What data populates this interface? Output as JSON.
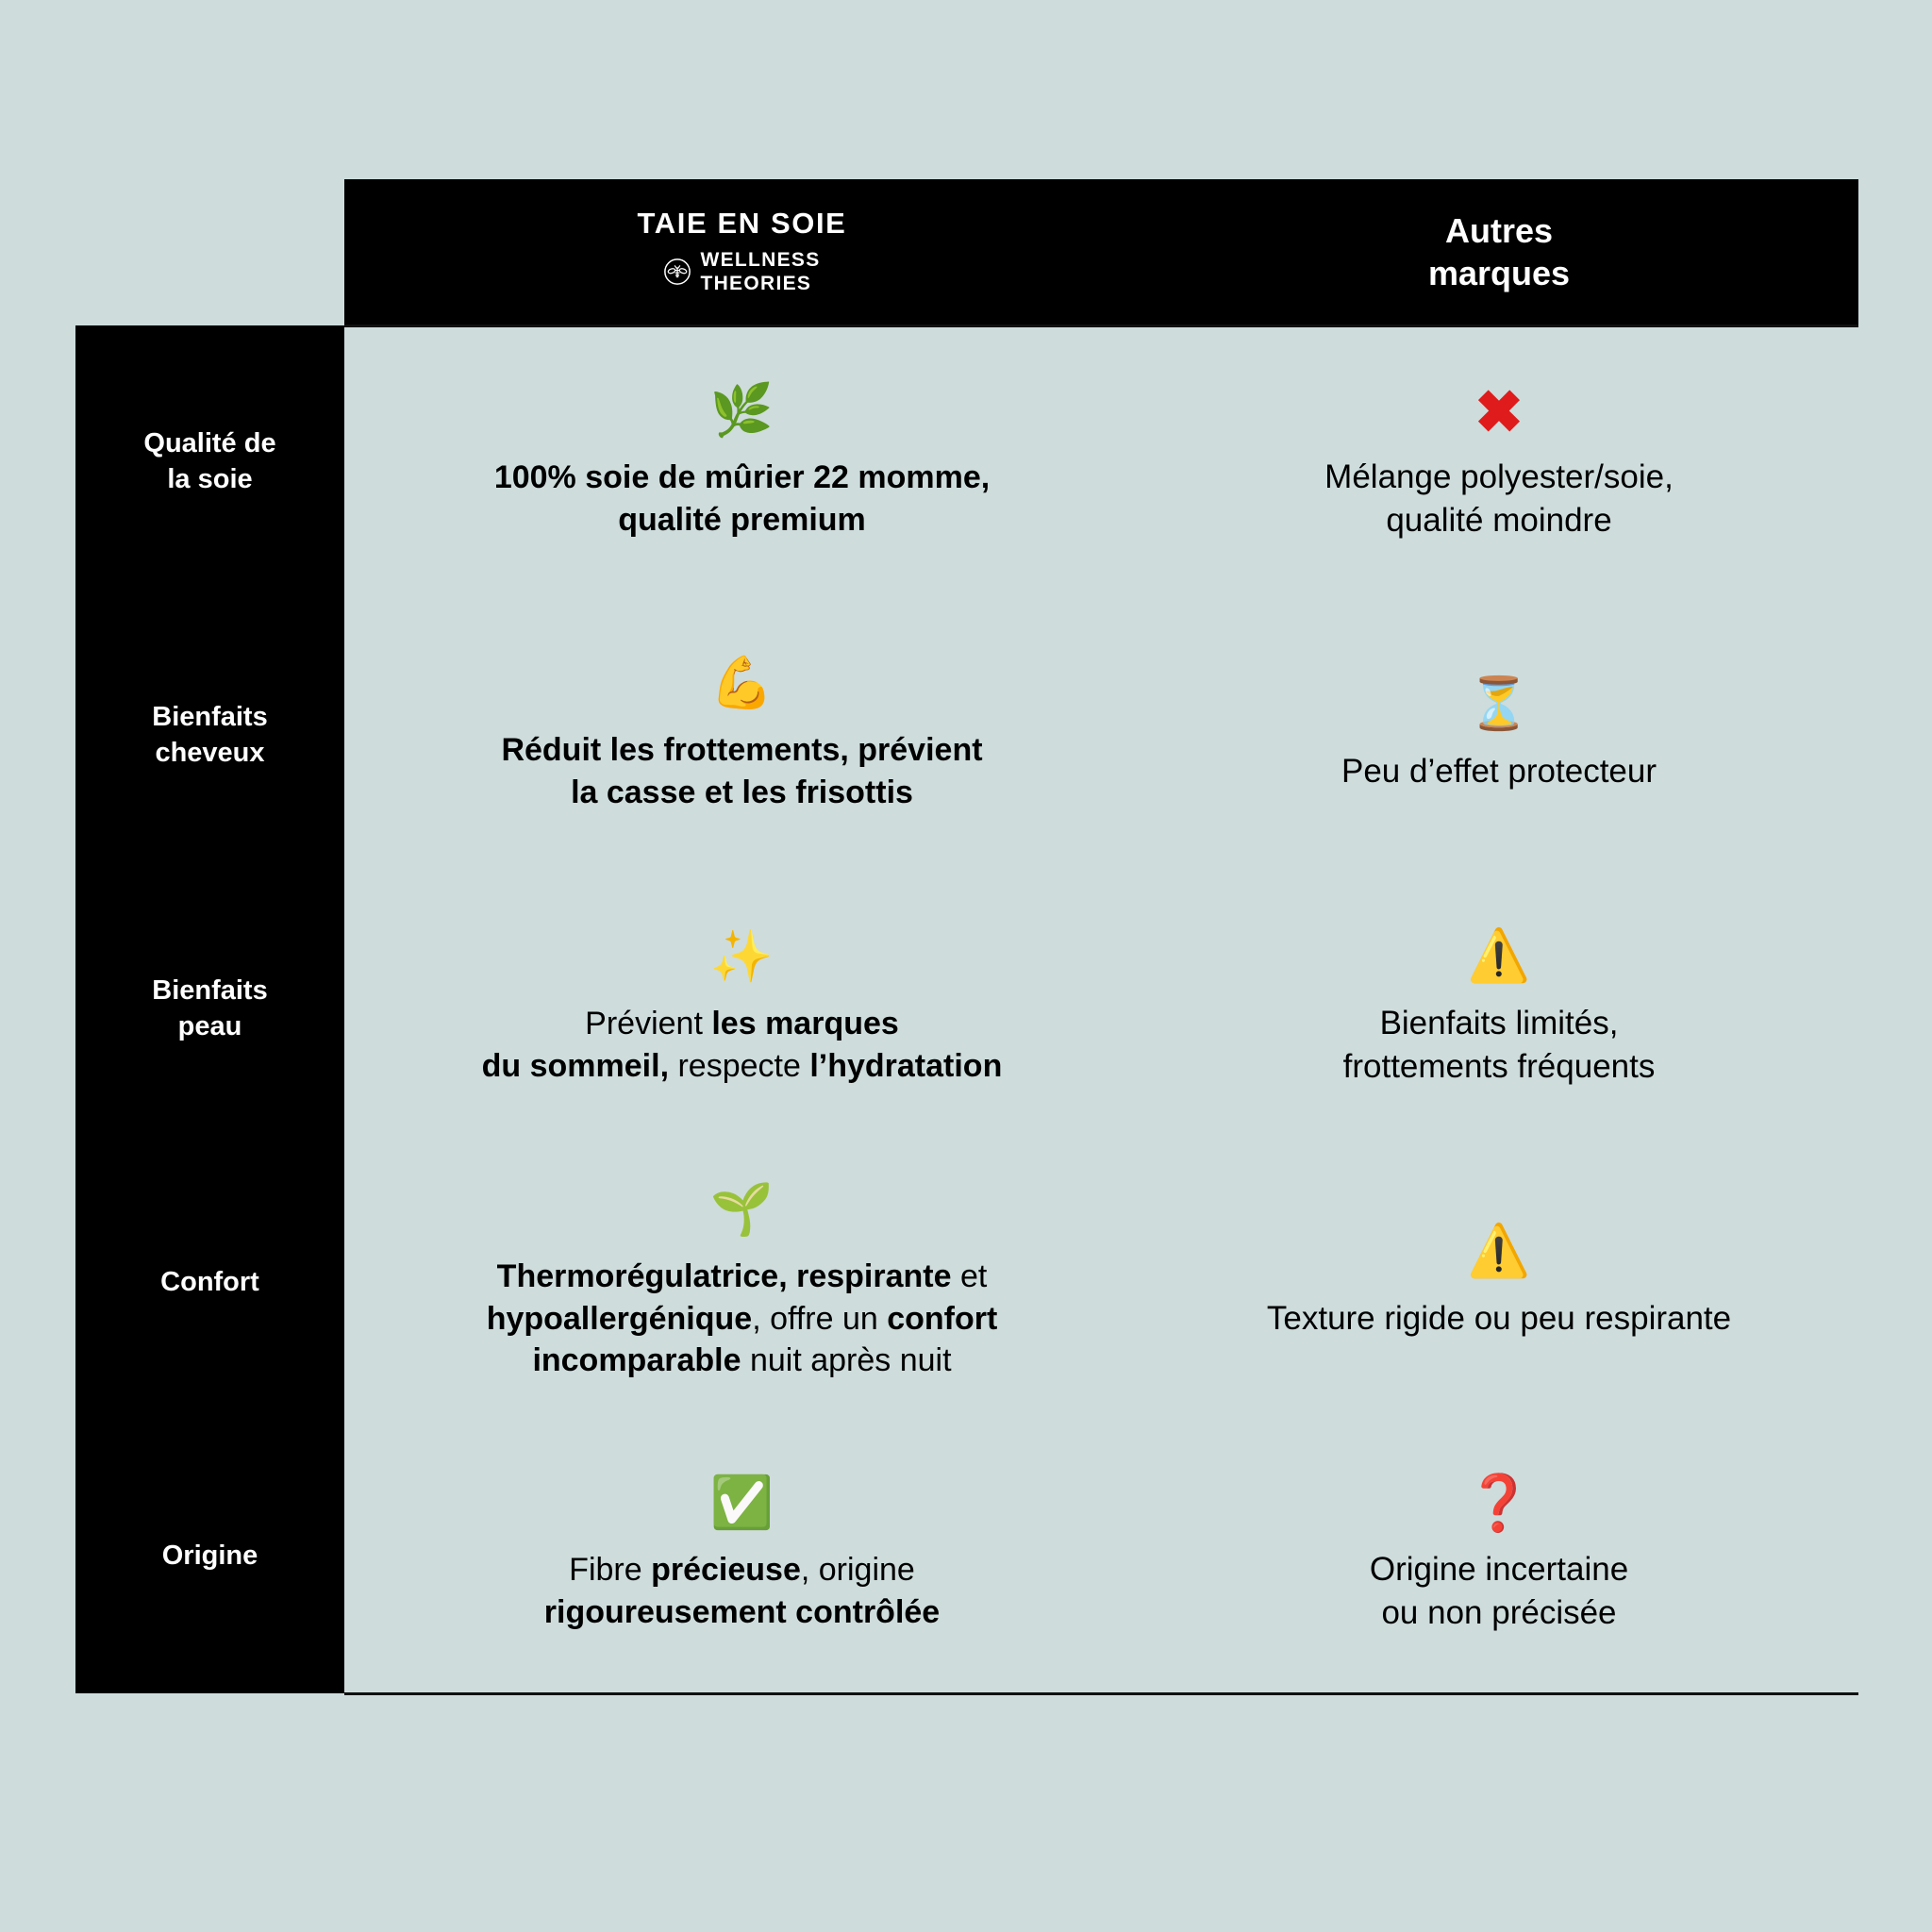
{
  "background_color": "#cedcdc",
  "accent_colors": {
    "header_bg": "#000000",
    "header_text": "#ffffff",
    "cell_bg": "#cedcdc",
    "negative": "#e01b1b",
    "warning": "#f6c244",
    "positive": "#1fa83c"
  },
  "header": {
    "label_blank": "",
    "brand": {
      "title": "TAIE EN SOIE",
      "logo_line1": "WELLNESS",
      "logo_line2": "THEORIES",
      "logo_icon": "bee-circle-icon"
    },
    "others": {
      "title": "Autres\nmarques"
    }
  },
  "rows": [
    {
      "label": "Qualité de\nla soie",
      "brand": {
        "icon": "🌿",
        "icon_name": "herb-icon",
        "text_html": "100% soie de mûrier 22 momme,\nqualité premium",
        "bold": true
      },
      "others": {
        "icon": "✖",
        "icon_name": "cross-mark-icon",
        "text": "Mélange polyester/soie,\nqualité moindre"
      }
    },
    {
      "label": "Bienfaits\ncheveux",
      "brand": {
        "icon": "💪",
        "icon_name": "flexed-biceps-icon",
        "text_html": "Réduit les frottements, prévient\nla casse et les frisottis",
        "bold": true
      },
      "others": {
        "icon": "⏳",
        "icon_name": "hourglass-icon",
        "text": "Peu d’effet protecteur"
      }
    },
    {
      "label": "Bienfaits\npeau",
      "brand": {
        "icon": "✨",
        "icon_name": "sparkles-icon",
        "text_html": "Prévient <b>les marques</b>\n<b>du sommeil,</b> respecte <b>l’hydratation</b>",
        "bold": false
      },
      "others": {
        "icon": "⚠️",
        "icon_name": "warning-icon",
        "text": "Bienfaits limités,\nfrottements fréquents"
      }
    },
    {
      "label": "Confort",
      "brand": {
        "icon": "🌱",
        "icon_name": "seedling-icon",
        "text_html": "<b>Thermorégulatrice, respirante</b> et\n<b>hypoallergénique</b>, offre un <b>confort</b>\n<b>incomparable</b> nuit après nuit",
        "bold": false
      },
      "others": {
        "icon": "⚠️",
        "icon_name": "warning-icon",
        "text": "Texture rigide ou peu respirante"
      }
    },
    {
      "label": "Origine",
      "brand": {
        "icon": "✅",
        "icon_name": "check-mark-button-icon",
        "text_html": "Fibre <b>précieuse</b>, origine\n<b>rigoureusement contrôlée</b>",
        "bold": false
      },
      "others": {
        "icon": "❓",
        "icon_name": "question-mark-icon",
        "text": "Origine incertaine\nou non précisée"
      }
    }
  ]
}
